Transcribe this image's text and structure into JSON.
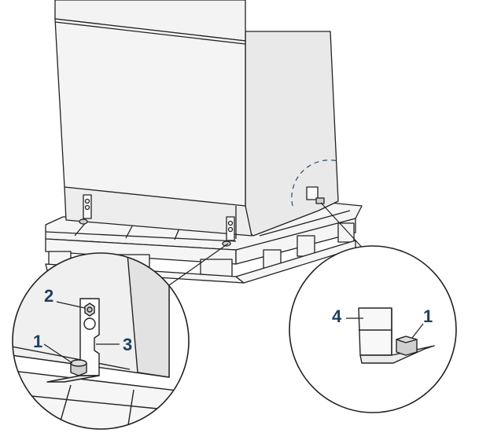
{
  "callouts": {
    "left_detail": {
      "label_1": "1",
      "label_2": "2",
      "label_3": "3"
    },
    "right_detail": {
      "label_4": "4",
      "label_1": "1"
    }
  },
  "colors": {
    "line": "#222222",
    "cabinet_front": "#f2f2f2",
    "cabinet_side": "#e6e6e6",
    "pallet": "#f4f4f4",
    "callout_text": "#1f3f5f"
  }
}
